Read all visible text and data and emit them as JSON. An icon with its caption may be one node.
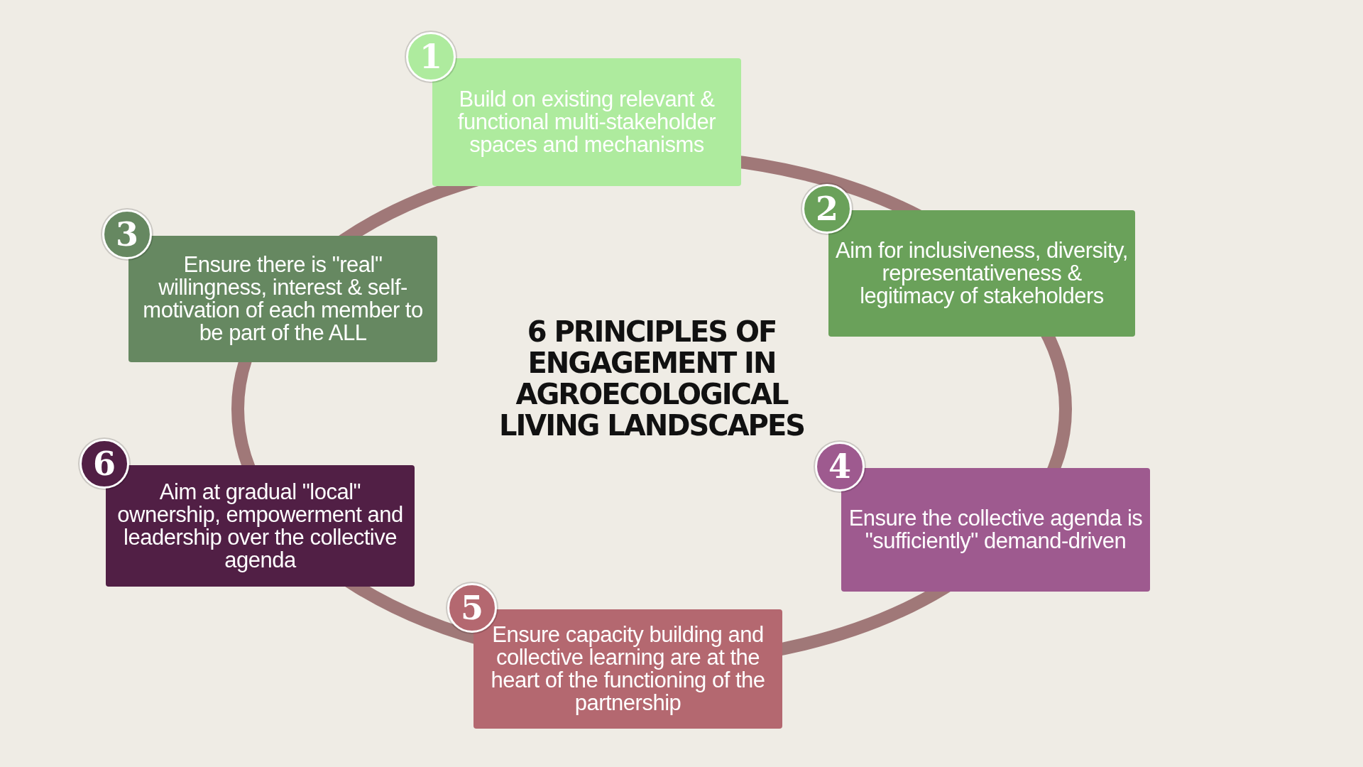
{
  "diagram": {
    "title": "6 PRINCIPLES OF ENGAGEMENT IN AGROECOLOGICAL LIVING LANDSCAPES",
    "nodes": [
      {
        "text": [
          "1",
          "Build on existing relevant & functional multi-stakeholder spaces and mechanisms"
        ]
      },
      {
        "text": [
          "2",
          "Aim for inclusiveness, diversity, representativeness & legitimacy of stakeholders"
        ]
      },
      {
        "text": [
          "3",
          "Ensure there is \"real\" willingness, interest & self-motivation of each member to be part of the ALL"
        ]
      },
      {
        "text": [
          "4",
          "Ensure the collective agenda is \"sufficiently\" demand-driven"
        ]
      },
      {
        "text": [
          "5",
          "Ensure capacity building and collective learning are at the heart of the functioning of the partnership"
        ]
      },
      {
        "text": [
          "6",
          "Aim at gradual \"local\" ownership, empowerment and leadership over the collective agenda"
        ]
      }
    ]
  }
}
